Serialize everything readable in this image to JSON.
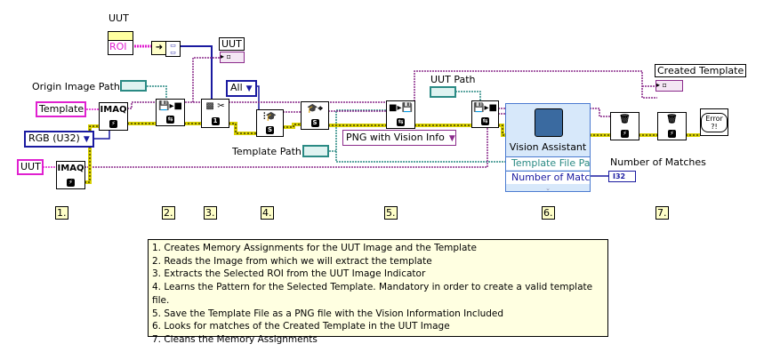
{
  "diagram": {
    "roi_constant": {
      "label": "UUT",
      "value": "ROI"
    },
    "uut_indicator": {
      "label": "UUT"
    },
    "origin_image_path": {
      "label": "Origin Image Path"
    },
    "template_constant": "Template",
    "uut_constant": "UUT",
    "image_type_enum": "RGB (U32)",
    "all_enum": "All",
    "template_path": {
      "label": "Template Path"
    },
    "png_enum": "PNG with Vision Info",
    "uut_path": {
      "label": "UUT Path"
    },
    "imaq_label": "IMAQ",
    "vision_assistant": {
      "title": "Vision Assistant",
      "inputs": [
        "Template File Pa"
      ],
      "outputs": [
        "Number of Matc"
      ]
    },
    "created_template": {
      "label": "Created Template"
    },
    "number_of_matches": {
      "label": "Number of Matches",
      "type": "I32"
    },
    "error_handler": "Error ?!",
    "steps": [
      "1.",
      "2.",
      "3.",
      "4.",
      "5.",
      "6.",
      "7."
    ],
    "notes": [
      "1. Creates Memory Assignments for the UUT Image and the Template",
      "2. Reads the Image from which we will extract the template",
      "3. Extracts the Selected ROI from the UUT Image Indicator",
      "4. Learns the Pattern for the Selected Template. Mandatory in order to create a valid template file.",
      "5. Save the Template File as a PNG file with the Vision Information Included",
      "6. Looks for matches of the Created Template in the UUT Image",
      "7. Cleans the Memory Assignments"
    ]
  },
  "colors": {
    "image_wire": "#8b2b8b",
    "error_wire": "#d8d000",
    "path_wire": "#2a8a84",
    "enum_wire": "#1a1aa0",
    "string_const": "#e020d0"
  }
}
